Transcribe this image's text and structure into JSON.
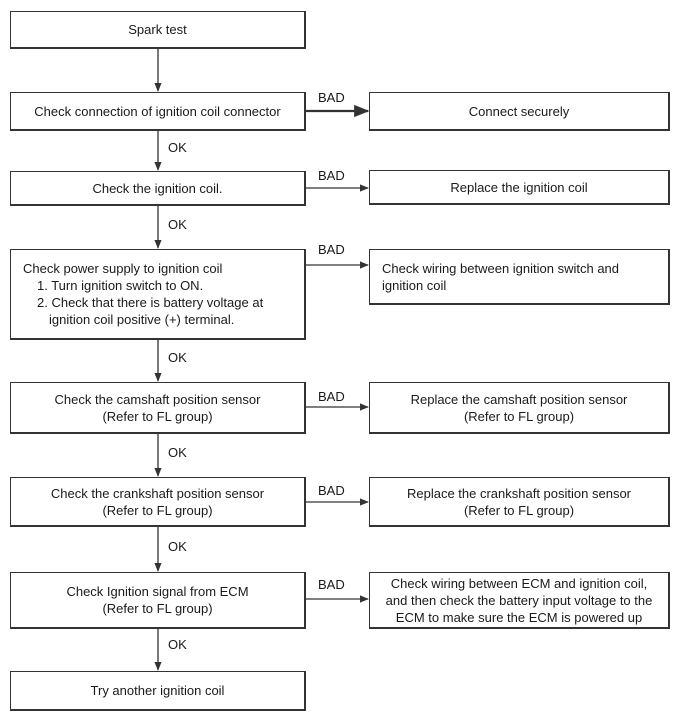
{
  "steps": [
    {
      "lines": [
        "Spark test"
      ]
    },
    {
      "lines": [
        "Check connection of ignition coil connector"
      ]
    },
    {
      "lines": [
        "Check the ignition coil."
      ]
    },
    {
      "lines": [
        "Check power supply to ignition coil"
      ],
      "sublines": [
        "1. Turn ignition switch to ON.",
        "2. Check that there is battery voltage at",
        "ignition coil positive (+) terminal."
      ]
    },
    {
      "lines": [
        "Check the camshaft position sensor",
        "(Refer to FL group)"
      ]
    },
    {
      "lines": [
        "Check the crankshaft position sensor",
        "(Refer to FL group)"
      ]
    },
    {
      "lines": [
        "Check Ignition signal from ECM",
        "(Refer to FL group)"
      ]
    },
    {
      "lines": [
        "Try another ignition coil"
      ]
    }
  ],
  "actions": [
    {
      "lines": [
        "Connect securely"
      ]
    },
    {
      "lines": [
        "Replace the ignition coil"
      ]
    },
    {
      "lines": [
        "Check wiring between ignition switch and",
        "ignition coil"
      ]
    },
    {
      "lines": [
        "Replace the camshaft position sensor",
        "(Refer to FL group)"
      ]
    },
    {
      "lines": [
        "Replace the crankshaft position sensor",
        "(Refer to FL group)"
      ]
    },
    {
      "lines": [
        "Check wiring between ECM and ignition coil,",
        "and then check the battery input voltage to the",
        "ECM to make sure the ECM is powered up"
      ]
    }
  ],
  "ok_label": "OK",
  "bad_label": "BAD"
}
